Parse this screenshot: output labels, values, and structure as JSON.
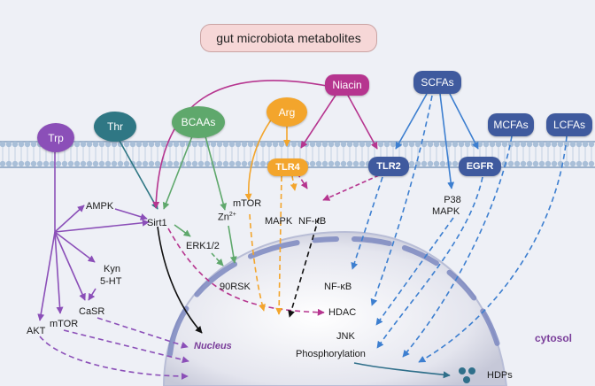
{
  "title": "gut microbiota metabolites",
  "compartments": {
    "cytosol": "cytosol",
    "nucleus": "Nucleus"
  },
  "metabolites": {
    "trp": "Trp",
    "thr": "Thr",
    "bcaas": "BCAAs",
    "arg": "Arg",
    "niacin": "Niacin",
    "scfas": "SCFAs",
    "mcfas": "MCFAs",
    "lcfas": "LCFAs"
  },
  "receptors": {
    "tlr4": "TLR4",
    "tlr2": "TLR2",
    "egfr": "EGFR"
  },
  "molecules": {
    "ampk": "AMPK",
    "sirt1": "Sirt1",
    "erk": "ERK1/2",
    "kyn": "Kyn",
    "ht5": "5-HT",
    "casr": "CaSR",
    "akt": "AKT",
    "mtor_left": "mTOR",
    "rsk": "90RSK",
    "mtor_mid": "mTOR",
    "zn": "Zn",
    "zn_sup": "2+",
    "mapk": "MAPK",
    "nfkb": "NF-κB",
    "p38": "P38",
    "p38_mapk": "MAPK",
    "nfkb_nuc": "NF-κB",
    "hdac": "HDAC",
    "jnk": "JNK",
    "phos": "Phosphorylation",
    "hdps": "HDPs"
  },
  "colors": {
    "purple": "#8b4fb8",
    "teal": "#2f7784",
    "green": "#5fa86c",
    "orange": "#f3a52c",
    "magenta": "#b6358f",
    "blue": "#3d6fb4",
    "navy": "#3f5a9e",
    "nucleus_border": "#7c88c0"
  }
}
